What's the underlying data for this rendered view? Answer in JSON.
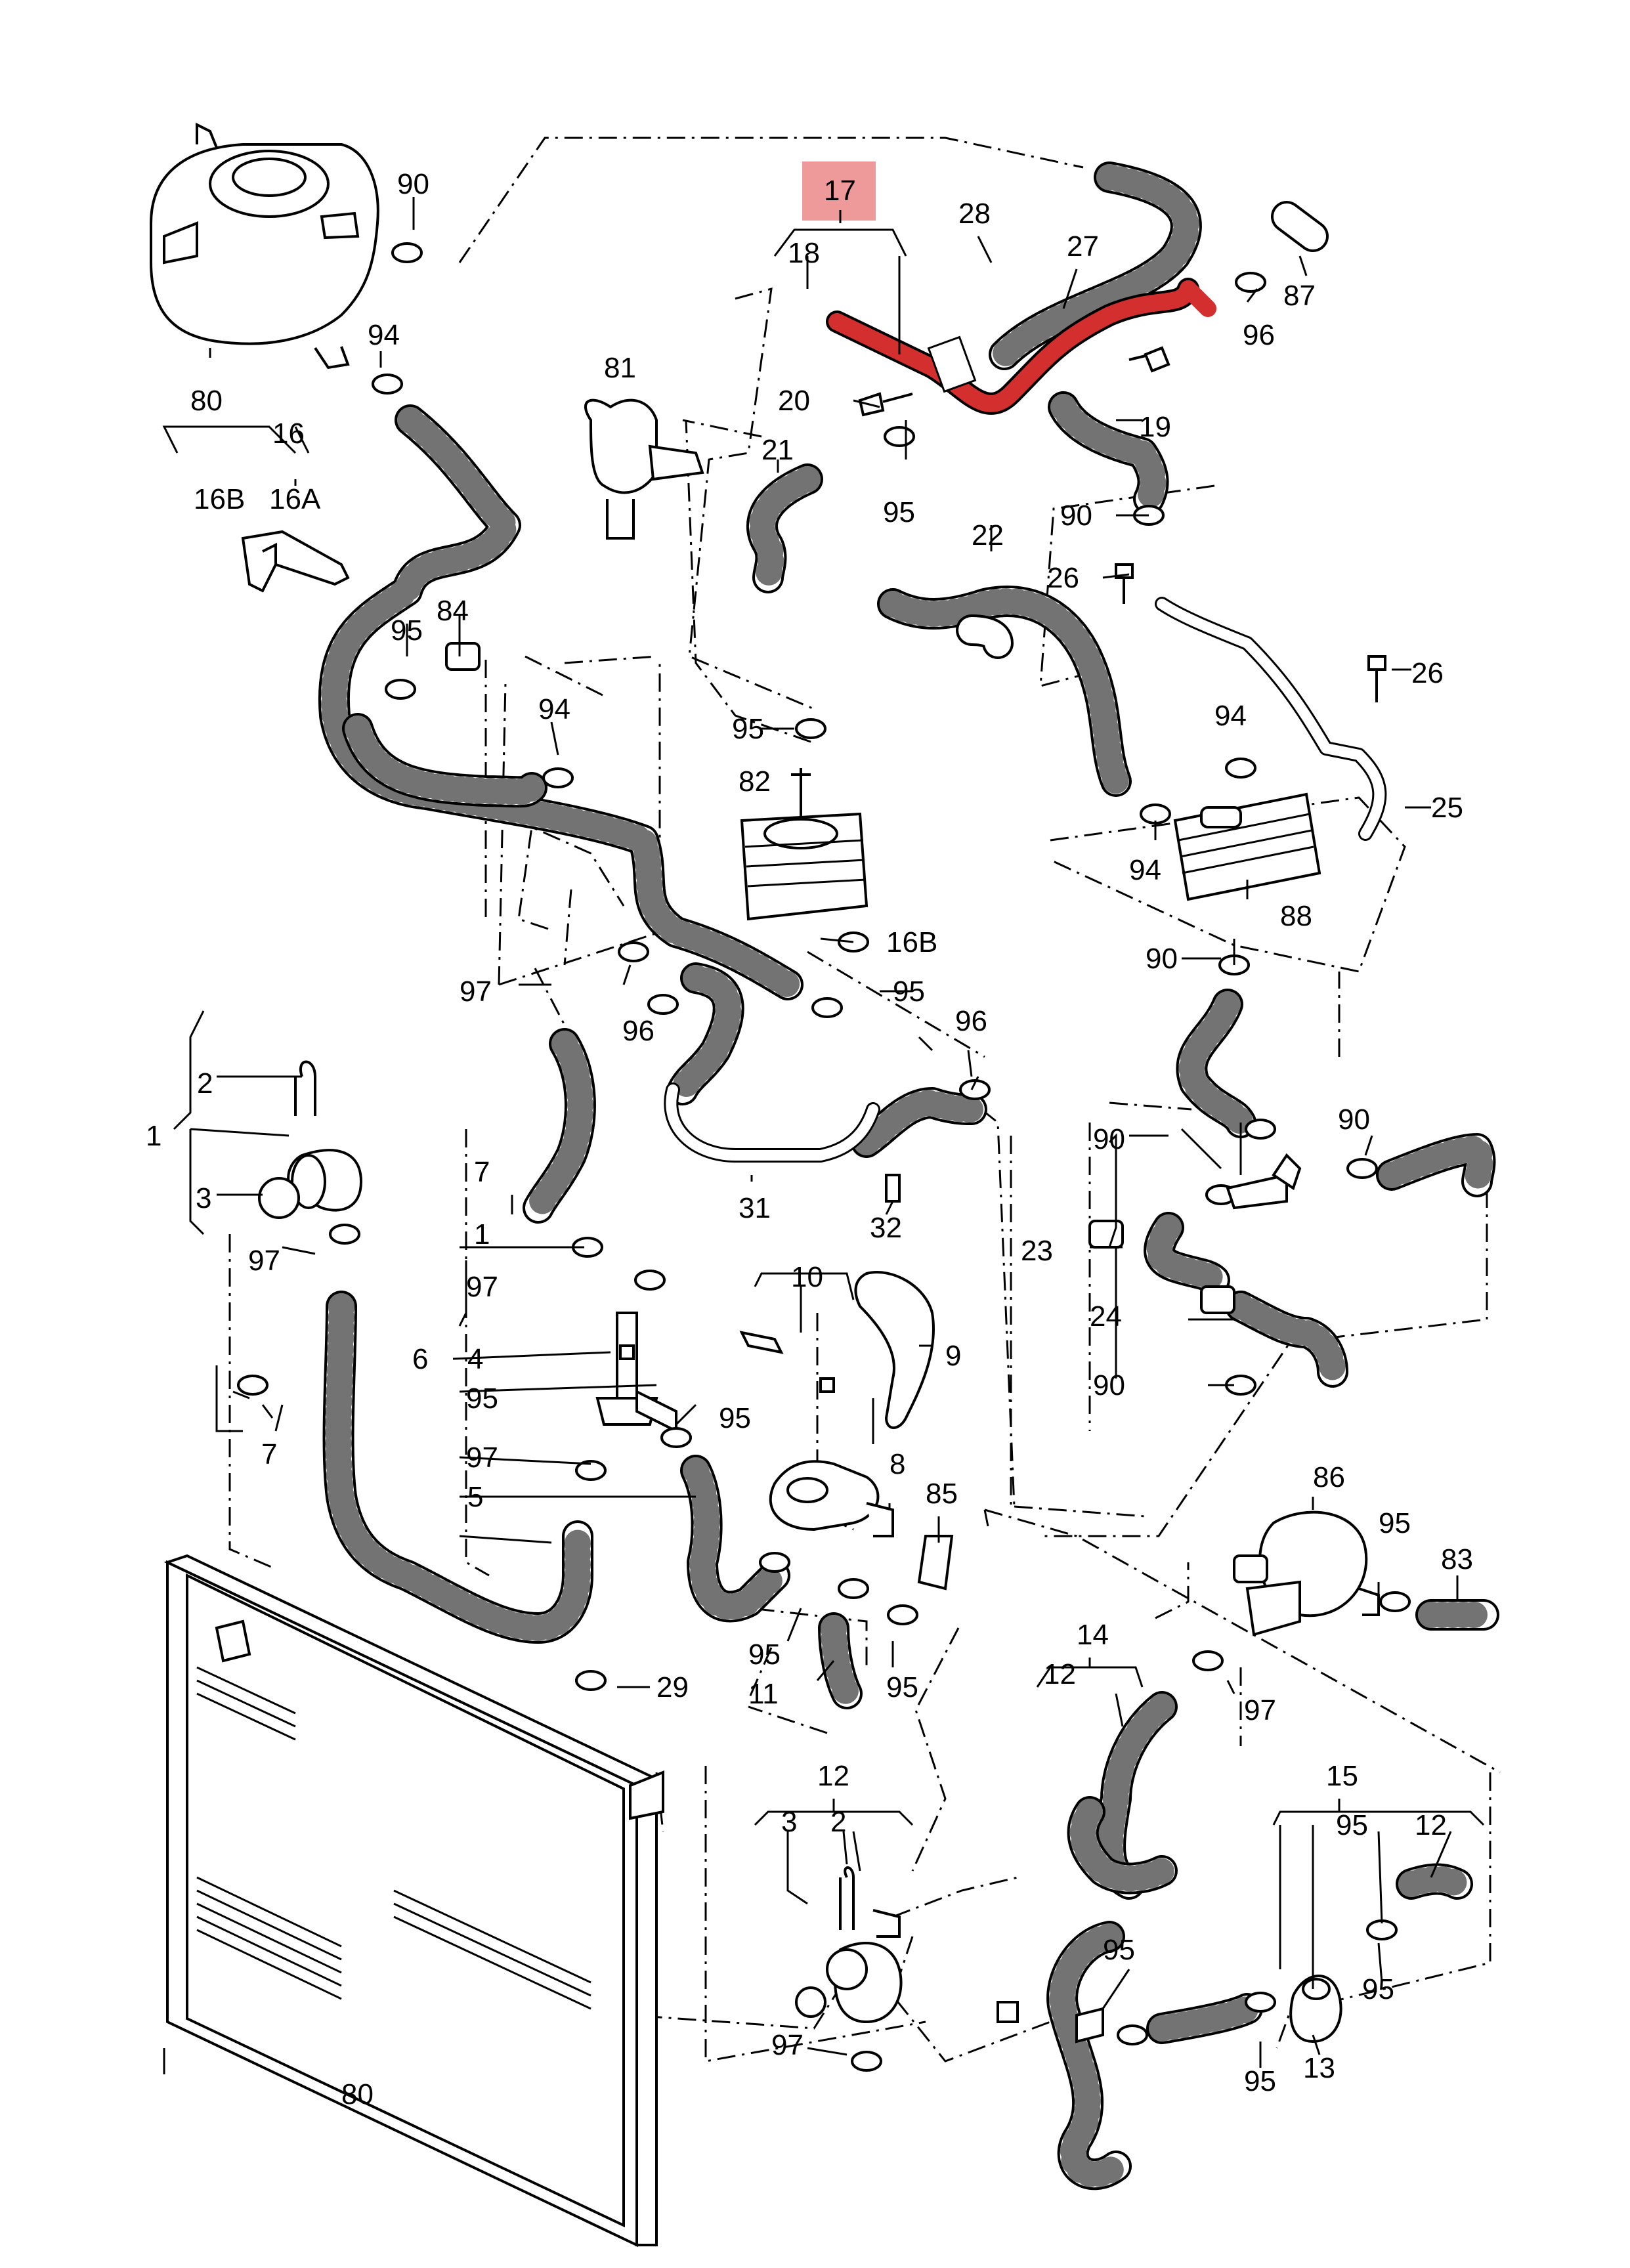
{
  "colors": {
    "highlight_fill": "#ef9a9a",
    "highlight_part": "#d32f2f",
    "ink": "#000000",
    "background": "#ffffff"
  },
  "labels": {
    "p17": "17",
    "p18": "18",
    "p28": "28",
    "p27": "27",
    "p87": "87",
    "p96a": "96",
    "p90a": "90",
    "p80a": "80",
    "p94a": "94",
    "p81": "81",
    "p20": "20",
    "p19": "19",
    "p16": "16",
    "p16B": "16B",
    "p16A": "16A",
    "p21": "21",
    "p95a": "95",
    "p90b": "90",
    "p22": "22",
    "p26a": "26",
    "p26b": "26",
    "p84": "84",
    "p95b": "95",
    "p94b": "94",
    "p95c": "95",
    "p94c": "94",
    "p82": "82",
    "p25": "25",
    "p94d": "94",
    "p88": "88",
    "p16B2": "16B",
    "p90c": "90",
    "p97a": "97",
    "p96b": "96",
    "p95d": "95",
    "p96c": "96",
    "p2a": "2",
    "p1": "1",
    "p3a": "3",
    "p7a": "7",
    "p1b": "1",
    "p31": "31",
    "p32": "32",
    "p90d": "90",
    "p90e": "90",
    "p97b": "97",
    "p23": "23",
    "p10": "10",
    "p97c": "97",
    "p6": "6",
    "p4": "4",
    "p9": "9",
    "p24": "24",
    "p95e": "95",
    "p95f": "95",
    "p7b": "7",
    "p90f": "90",
    "p97d": "97",
    "p8": "8",
    "p5": "5",
    "p85": "85",
    "p86": "86",
    "p95g": "95",
    "p83": "83",
    "p95h": "95",
    "p29": "29",
    "p11": "11",
    "p95i": "95",
    "p14": "14",
    "p12a": "12",
    "p97e": "97",
    "p12b": "12",
    "p15": "15",
    "p3b": "3",
    "p2b": "2",
    "p95j": "95",
    "p12c": "12",
    "p95k": "95",
    "p95l": "95",
    "p95m": "95",
    "p13": "13",
    "p97f": "97",
    "p80b": "80"
  }
}
